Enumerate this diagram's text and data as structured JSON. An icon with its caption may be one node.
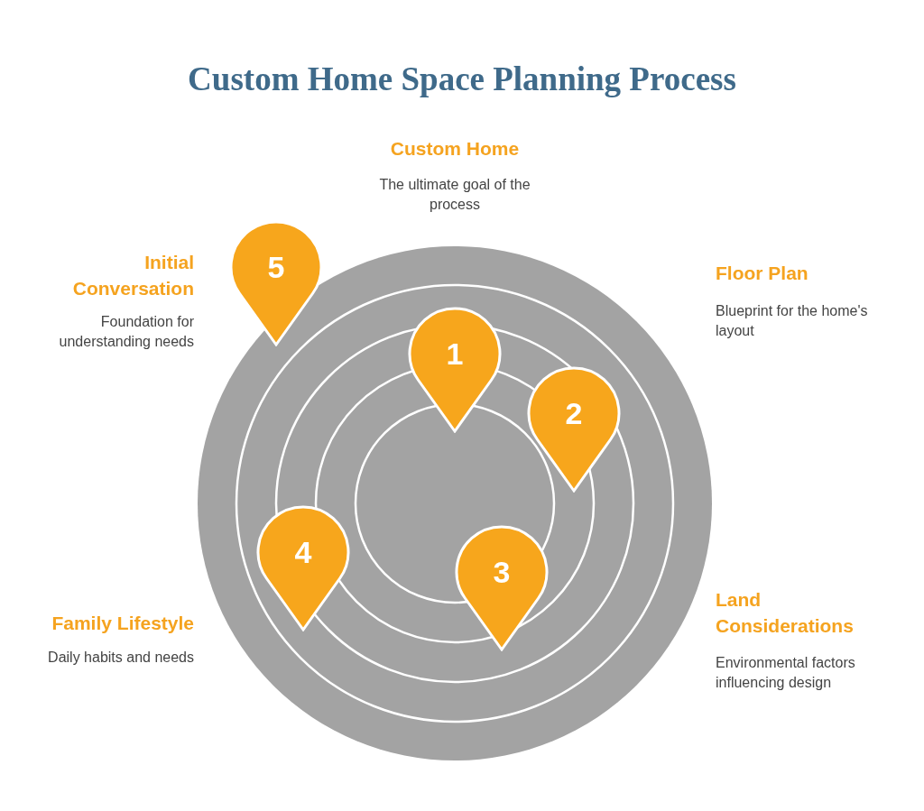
{
  "diagram": {
    "title": "Custom Home Space Planning Process",
    "nodes": [
      {
        "text": [
          "1"
        ]
      },
      {
        "text": [
          "2"
        ]
      },
      {
        "text": [
          "3"
        ]
      },
      {
        "text": [
          "4"
        ]
      },
      {
        "text": [
          "5"
        ]
      }
    ],
    "labels": [
      "Custom Home",
      "The ultimate goal of the process",
      "Initial Conversation",
      "Foundation for understanding needs",
      "Floor Plan",
      "Blueprint for the home's layout",
      "Family Lifestyle",
      "Daily habits and needs",
      "Land Considerations",
      "Environmental factors influencing design"
    ]
  }
}
